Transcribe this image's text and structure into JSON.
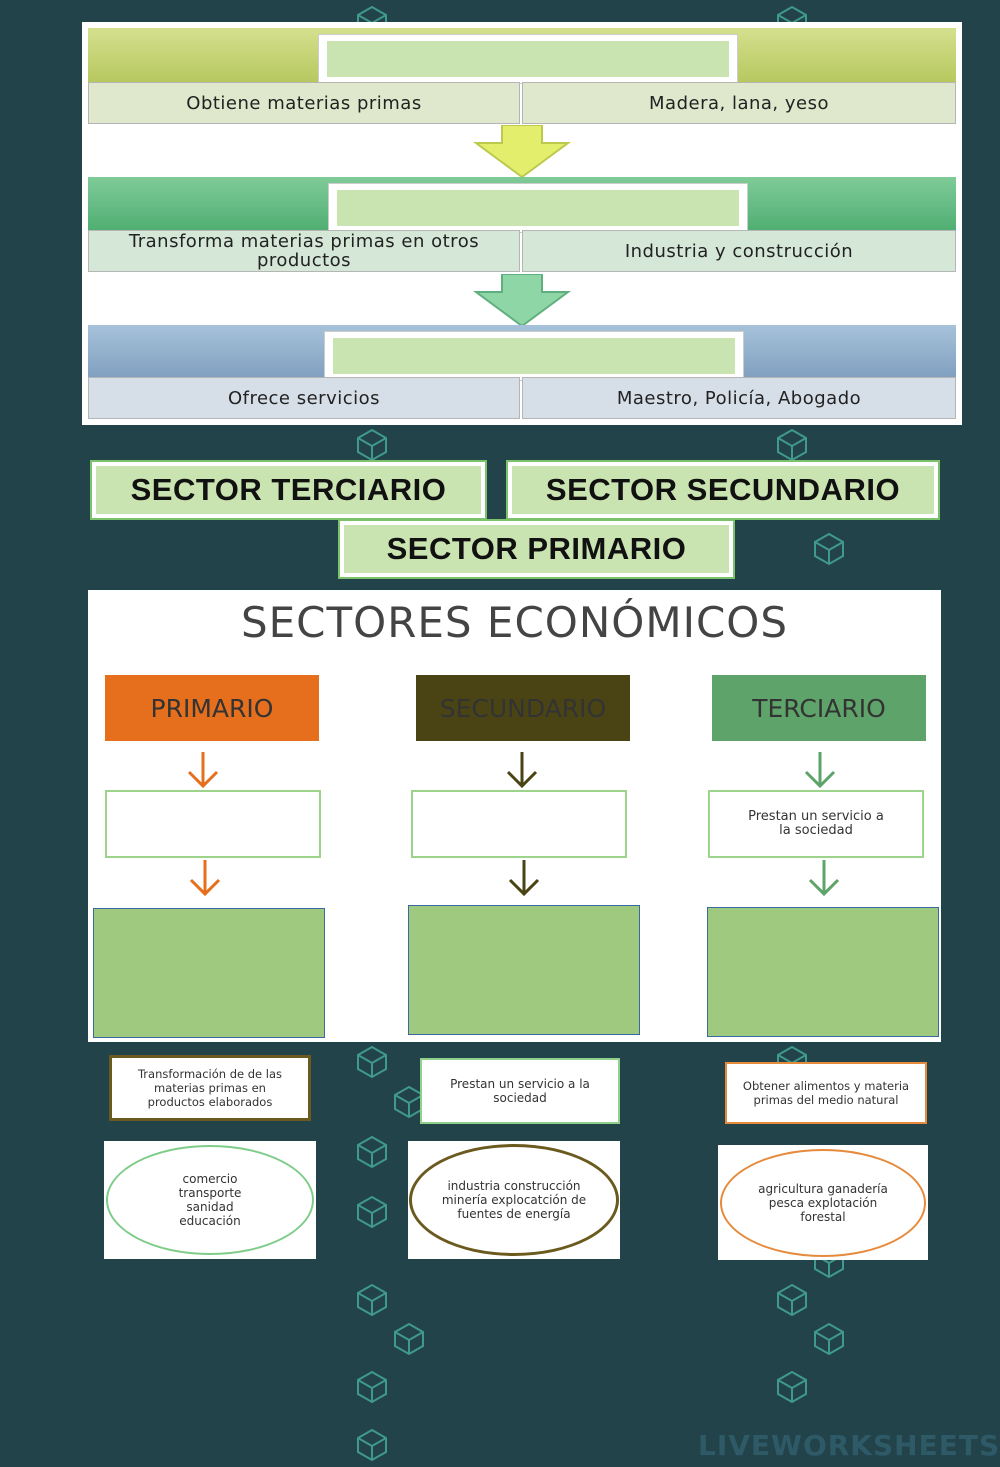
{
  "top_worksheet": {
    "rows": [
      {
        "description": "Obtiene materias primas",
        "examples": "Madera, lana, yeso"
      },
      {
        "description": "Transforma materias primas en otros productos",
        "examples": "Industria y construcción"
      },
      {
        "description": "Ofrece servicios",
        "examples": "Maestro, Policía,  Abogado"
      }
    ]
  },
  "answer_options": {
    "terciario": "SECTOR TERCIARIO",
    "secundario": "SECTOR SECUNDARIO",
    "primario": "SECTOR PRIMARIO"
  },
  "bottom_worksheet": {
    "title": "SECTORES ECONÓMICOS",
    "headers": {
      "primario": "PRIMARIO",
      "secundario": "SECUNDARIO",
      "terciario": "TERCIARIO"
    },
    "terciario_description": "Prestan un servicio a la sociedad"
  },
  "draggable_cards": {
    "card1": "Transformación de de las materias primas en productos elaborados",
    "card2": "Prestan un servicio a la sociedad",
    "card3": "Obtener alimentos y materia primas del medio natural",
    "ellipse1": "comercio transporte sanidad educación",
    "ellipse2": "industria construcción minería explocatción de fuentes de energía",
    "ellipse3": "agricultura ganadería pesca explotación forestal"
  },
  "footer": {
    "logo_text": "LIVEWORKSHEETS",
    "logo_icon": "liveworksheets-logo-icon"
  },
  "colors": {
    "background": "#23434b",
    "band_primary": "#c8d67a",
    "band_secondary": "#6cbf8a",
    "band_tertiary": "#8fb0cd",
    "answer_fill": "#c9e3b1",
    "head_primario": "#e66f1e",
    "head_secundario": "#4a4415",
    "head_terciario": "#5ea46a",
    "drop_fill": "#9ec97f"
  }
}
